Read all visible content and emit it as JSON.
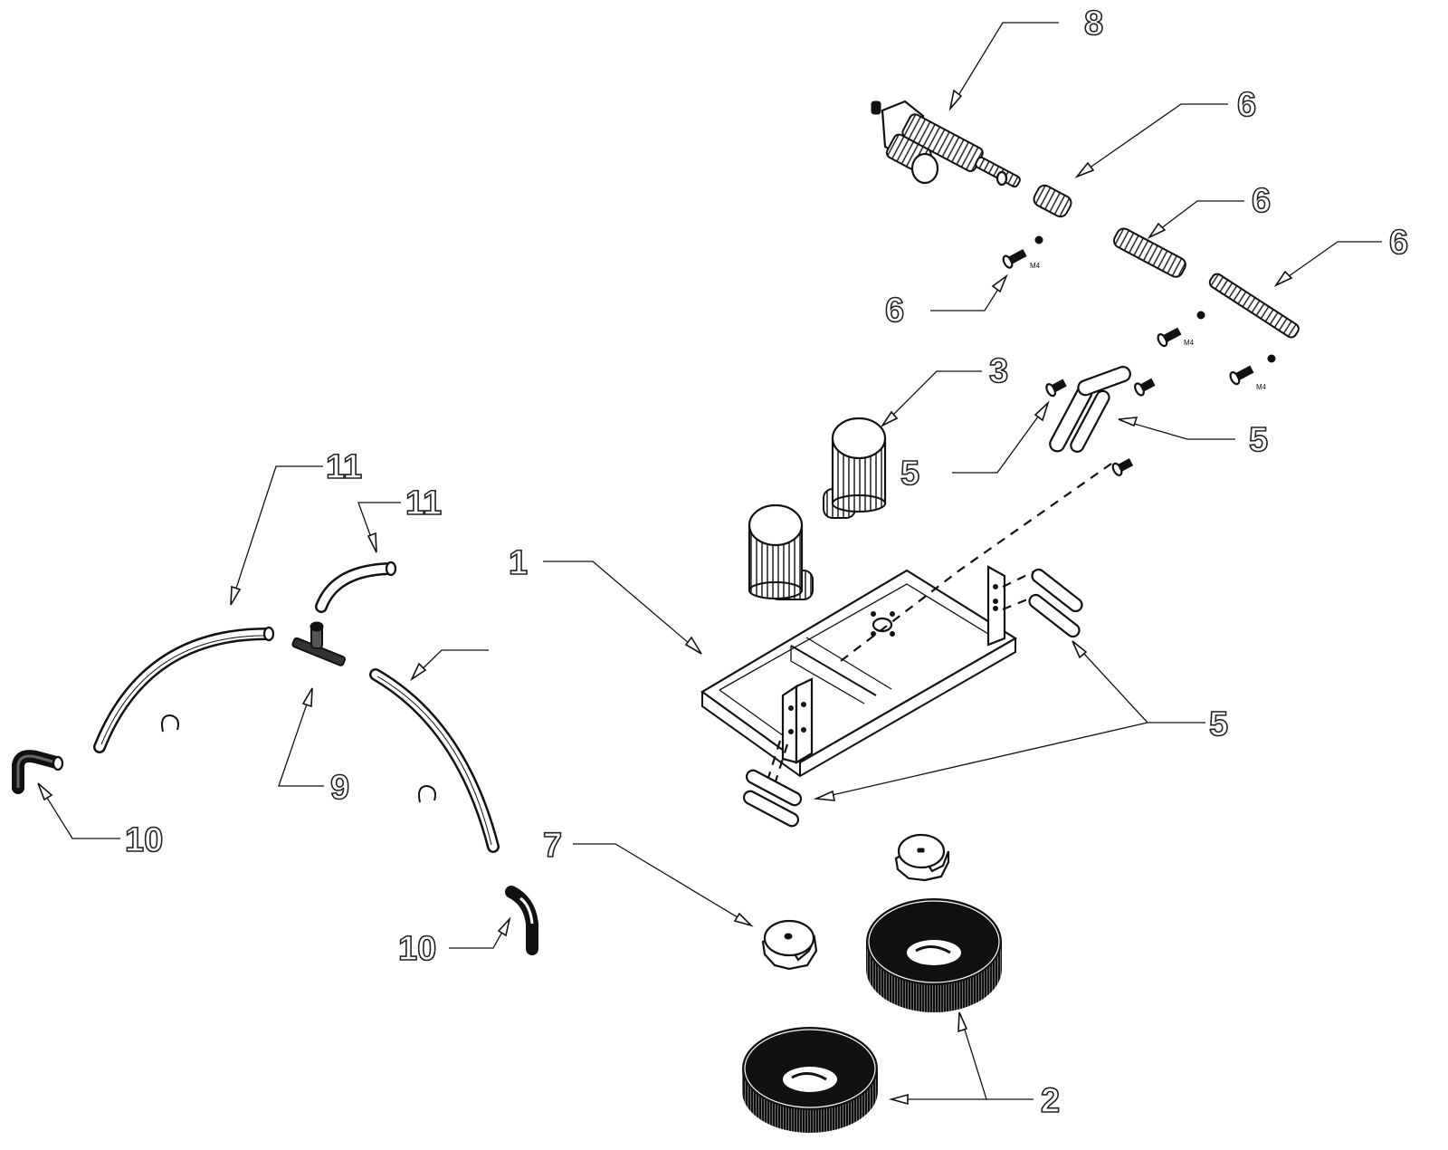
{
  "diagram": {
    "type": "exploded-parts-view",
    "callouts": [
      {
        "id": "c8",
        "label": "8",
        "part": "motor-gearbox-assembly"
      },
      {
        "id": "c6a",
        "label": "6",
        "part": "coupling-sleeve"
      },
      {
        "id": "c6b",
        "label": "6",
        "part": "splined-shaft-short"
      },
      {
        "id": "c6c",
        "label": "6",
        "part": "splined-shaft-long"
      },
      {
        "id": "c6d",
        "label": "6",
        "part": "screw-and-washer"
      },
      {
        "id": "c3",
        "label": "3",
        "part": "motor-cylinders"
      },
      {
        "id": "c5a",
        "label": "5",
        "part": "mounting-screw"
      },
      {
        "id": "c5b",
        "label": "5",
        "part": "L-bracket-link"
      },
      {
        "id": "c5c",
        "label": "5",
        "part": "link-plates"
      },
      {
        "id": "c1",
        "label": "1",
        "part": "base-frame-tray"
      },
      {
        "id": "c11a",
        "label": "11",
        "part": "long-curved-hose"
      },
      {
        "id": "c11b",
        "label": "11",
        "part": "short-curved-hose"
      },
      {
        "id": "c9",
        "label": "9",
        "part": "tee-connector"
      },
      {
        "id": "c10a",
        "label": "10",
        "part": "elbow-fitting-left"
      },
      {
        "id": "c10b",
        "label": "10",
        "part": "elbow-fitting-right"
      },
      {
        "id": "c7",
        "label": "7",
        "part": "star-drive-hub"
      },
      {
        "id": "c2",
        "label": "2",
        "part": "brush-discs"
      }
    ],
    "screw_marks": [
      "M4",
      "M4",
      "M4"
    ]
  }
}
